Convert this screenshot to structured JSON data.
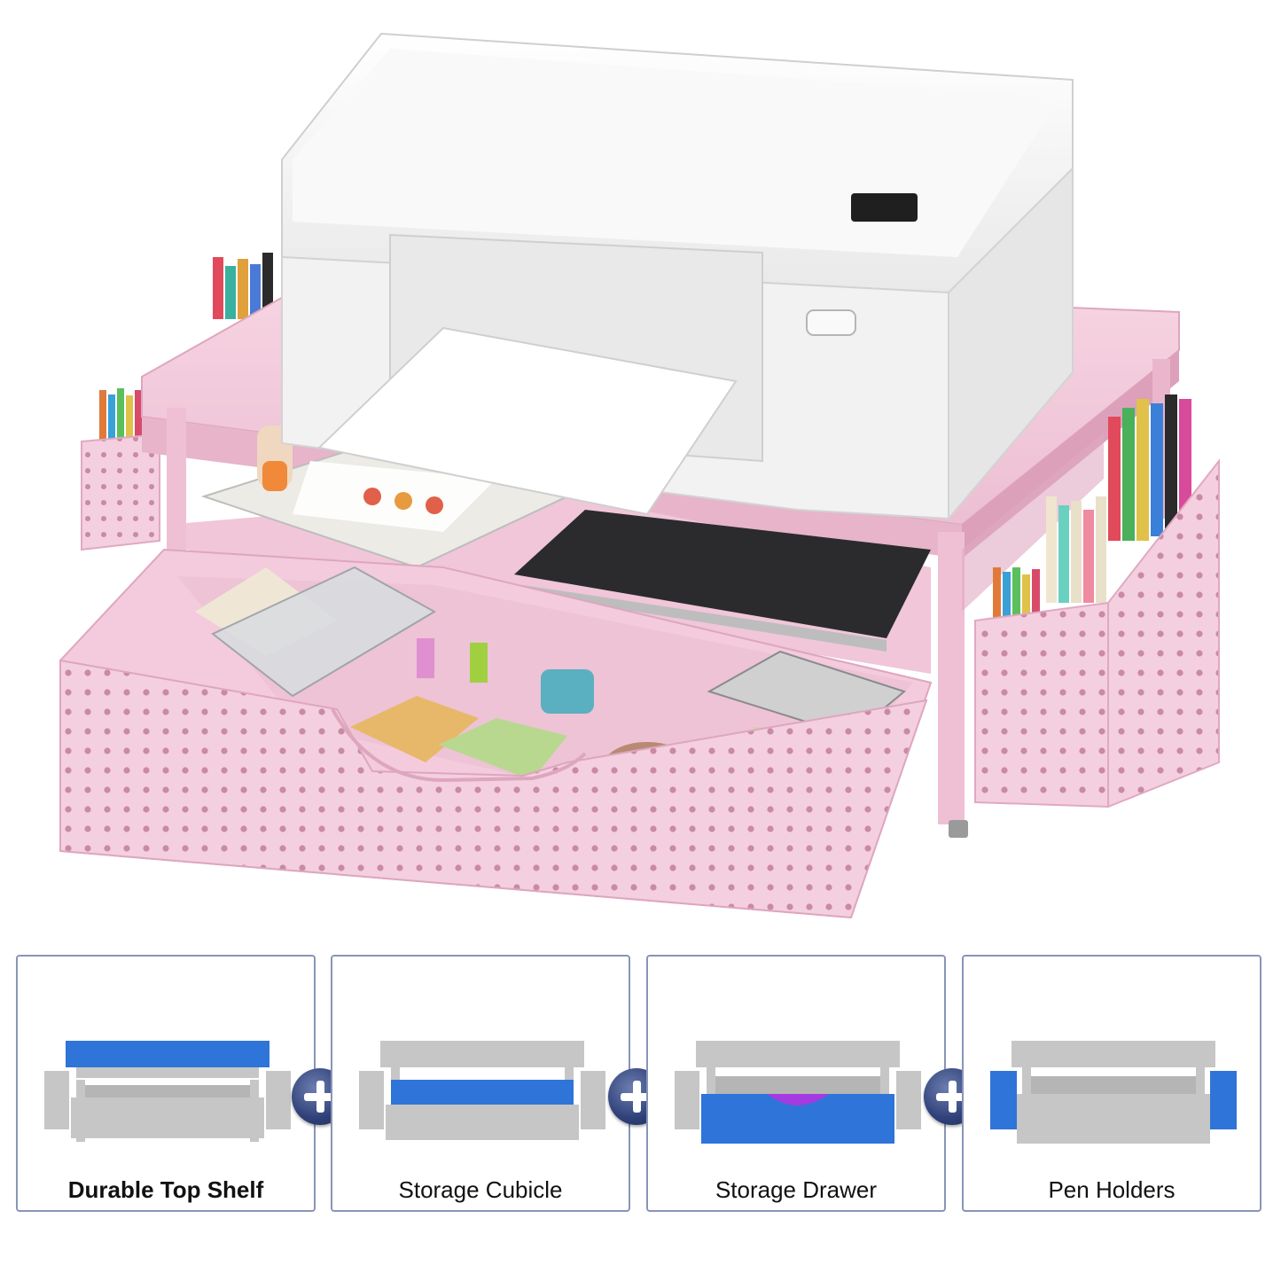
{
  "product": {
    "colors": {
      "frame": "#f2c9da",
      "frame_dark": "#e3a9c2",
      "printer": "#f7f7f7",
      "highlight": "#2f74d8",
      "handle": "#a33be0",
      "gray_part": "#c6c6c6"
    }
  },
  "features": [
    {
      "label": "Durable Top Shelf",
      "highlight": "top-shelf",
      "emphasis": true
    },
    {
      "label": "Storage Cubicle",
      "highlight": "cubicle",
      "emphasis": false
    },
    {
      "label": "Storage Drawer",
      "highlight": "drawer",
      "emphasis": false
    },
    {
      "label": "Pen Holders",
      "highlight": "pen-holders",
      "emphasis": false
    }
  ],
  "connectors": [
    {
      "icon": "plus-icon"
    },
    {
      "icon": "plus-icon"
    },
    {
      "icon": "plus-icon"
    }
  ]
}
